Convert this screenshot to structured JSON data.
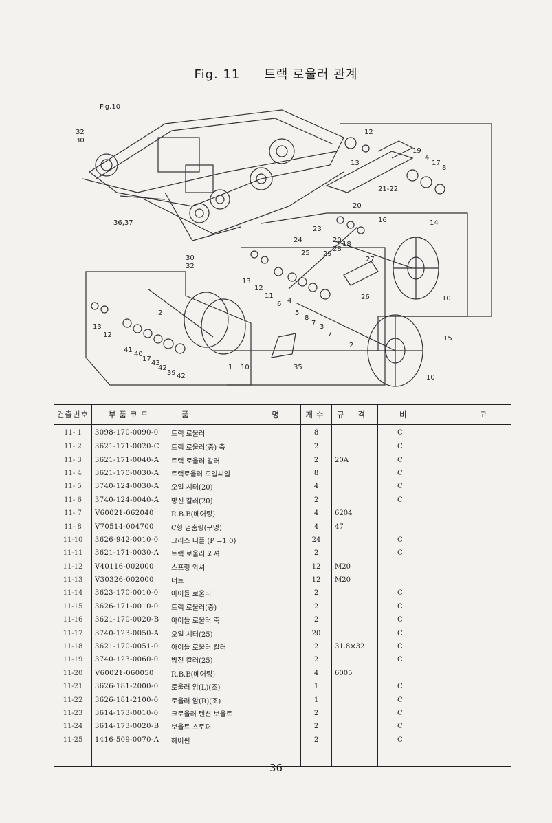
{
  "figure": {
    "label": "Fig. 11",
    "title": "트랙 로울러 관계",
    "ref_label": "Fig.10",
    "callouts": [
      "32",
      "30",
      "36,37",
      "30",
      "32",
      "13",
      "12",
      "19",
      "4",
      "17",
      "8",
      "21-22",
      "20",
      "23",
      "24",
      "25",
      "16",
      "14",
      "20",
      "28",
      "18",
      "29",
      "27",
      "26",
      "10",
      "13",
      "12",
      "11",
      "6",
      "4",
      "5",
      "8",
      "7",
      "3",
      "7",
      "2",
      "15",
      "10",
      "2",
      "13",
      "12",
      "41",
      "40",
      "17",
      "43",
      "42",
      "39",
      "42",
      "1",
      "10",
      "35"
    ]
  },
  "table": {
    "headers": {
      "no": "건출번호",
      "code": "부품코드",
      "name_left": "품",
      "name_right": "명",
      "qty": "개수",
      "spec_left": "규",
      "spec_right": "격",
      "remark_left": "비",
      "remark_right": "고"
    },
    "rows": [
      {
        "no": "11- 1",
        "code": "3098-170-0090-0",
        "name": "트랙 로울러",
        "qty": "8",
        "spec": "",
        "remark": "C"
      },
      {
        "no": "11- 2",
        "code": "3621-171-0020-C",
        "name": "트랙 로울러(중) 축",
        "qty": "2",
        "spec": "",
        "remark": "C"
      },
      {
        "no": "11- 3",
        "code": "3621-171-0040-A",
        "name": "트랙 로울러 칼러",
        "qty": "2",
        "spec": "20A",
        "remark": "C"
      },
      {
        "no": "11- 4",
        "code": "3621-170-0030-A",
        "name": "트랙로울러 오일씨일",
        "qty": "8",
        "spec": "",
        "remark": "C"
      },
      {
        "no": "11- 5",
        "code": "3740-124-0030-A",
        "name": "오일 시터(20)",
        "qty": "4",
        "spec": "",
        "remark": "C"
      },
      {
        "no": "11- 6",
        "code": "3740-124-0040-A",
        "name": "방진 칼러(20)",
        "qty": "2",
        "spec": "",
        "remark": "C"
      },
      {
        "no": "11- 7",
        "code": "V60021-062040",
        "name": "R.B.B(베어링)",
        "qty": "4",
        "spec": "6204",
        "remark": ""
      },
      {
        "no": "11- 8",
        "code": "V70514-004700",
        "name": "C형 멈춤링(구멍)",
        "qty": "4",
        "spec": "47",
        "remark": ""
      },
      {
        "no": "11-10",
        "code": "3626-942-0010-0",
        "name": "그리스 니플 (P =1.0)",
        "qty": "24",
        "spec": "",
        "remark": "C"
      },
      {
        "no": "11-11",
        "code": "3621-171-0030-A",
        "name": "트랙 로울러 와셔",
        "qty": "2",
        "spec": "",
        "remark": "C"
      },
      {
        "no": "11-12",
        "code": "V40116-002000",
        "name": "스프링 와셔",
        "qty": "12",
        "spec": "M20",
        "remark": ""
      },
      {
        "no": "11-13",
        "code": "V30326-002000",
        "name": "너트",
        "qty": "12",
        "spec": "M20",
        "remark": ""
      },
      {
        "no": "11-14",
        "code": "3623-170-0010-0",
        "name": "아이들 로울러",
        "qty": "2",
        "spec": "",
        "remark": "C"
      },
      {
        "no": "11-15",
        "code": "3626-171-0010-0",
        "name": "트랙 로울러(중)",
        "qty": "2",
        "spec": "",
        "remark": "C"
      },
      {
        "no": "11-16",
        "code": "3621-170-0020-B",
        "name": "아이들 로울러 축",
        "qty": "2",
        "spec": "",
        "remark": "C"
      },
      {
        "no": "11-17",
        "code": "3740-123-0050-A",
        "name": "오일 시터(25)",
        "qty": "20",
        "spec": "",
        "remark": "C"
      },
      {
        "no": "11-18",
        "code": "3621-170-0051-0",
        "name": "아이들 로울러 칼러",
        "qty": "2",
        "spec": "31.8×32",
        "remark": "C"
      },
      {
        "no": "11-19",
        "code": "3740-123-0060-0",
        "name": "방진 칼러(25)",
        "qty": "2",
        "spec": "",
        "remark": "C"
      },
      {
        "no": "11-20",
        "code": "V60021-060050",
        "name": "R.B.B(베어링)",
        "qty": "4",
        "spec": "6005",
        "remark": ""
      },
      {
        "no": "11-21",
        "code": "3626-181-2000-0",
        "name": "로울러 암(L)(조)",
        "qty": "1",
        "spec": "",
        "remark": "C"
      },
      {
        "no": "11-22",
        "code": "3626-181-2100-0",
        "name": "로울러 암(R)(조)",
        "qty": "1",
        "spec": "",
        "remark": "C"
      },
      {
        "no": "11-23",
        "code": "3614-173-0010-0",
        "name": "크로울러 텐션 보울트",
        "qty": "2",
        "spec": "",
        "remark": "C"
      },
      {
        "no": "11-24",
        "code": "3614-173-0020-B",
        "name": "보울트 스토퍼",
        "qty": "2",
        "spec": "",
        "remark": "C"
      },
      {
        "no": "11-25",
        "code": "1416-509-0070-A",
        "name": "헤어핀",
        "qty": "2",
        "spec": "",
        "remark": "C"
      }
    ]
  },
  "page_number": "36"
}
